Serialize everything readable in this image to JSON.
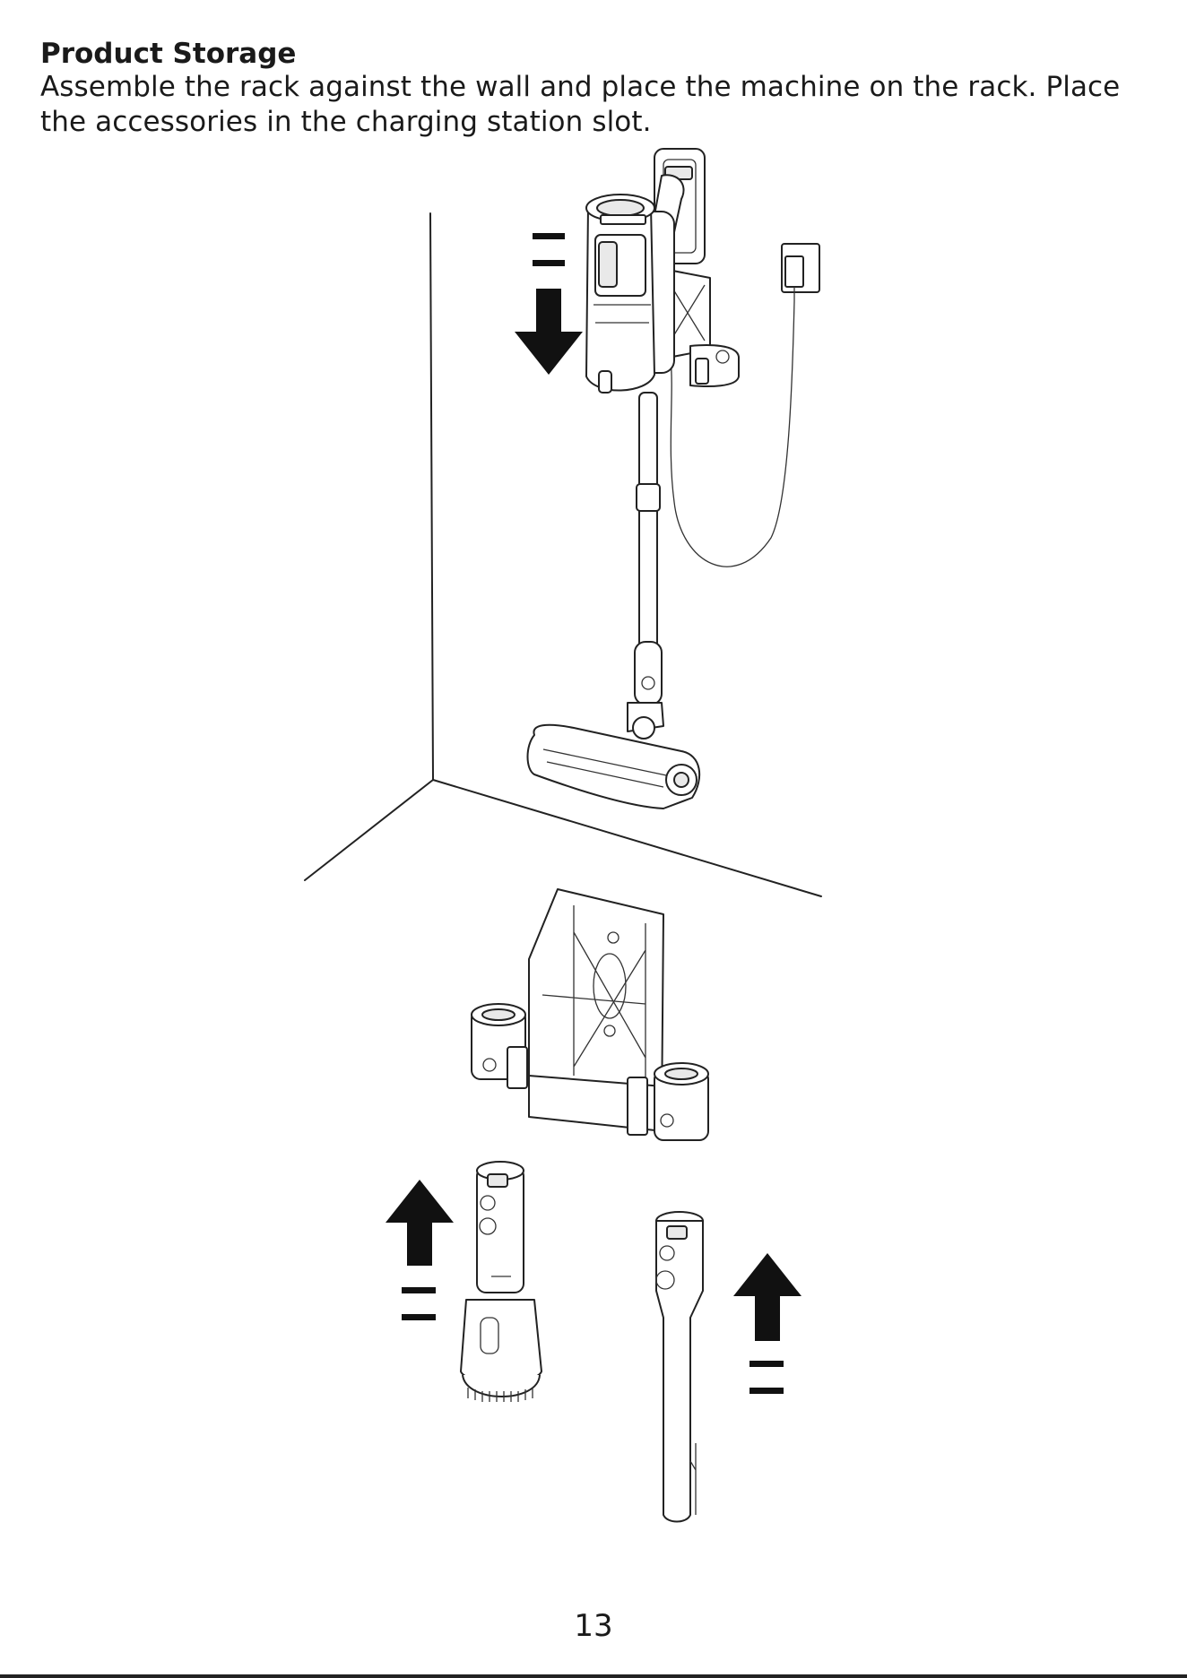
{
  "document": {
    "title": "Product Storage",
    "description": "Assemble the rack against the wall and place the machine on the rack. Place the accessories in the charging station slot.",
    "page_number": "13"
  },
  "illustration_icons": {
    "main": "vacuum-on-wall-rack-illustration",
    "rack": "wall-rack-illustration",
    "brush": "brush-accessory-illustration",
    "crevice": "crevice-tool-illustration"
  }
}
